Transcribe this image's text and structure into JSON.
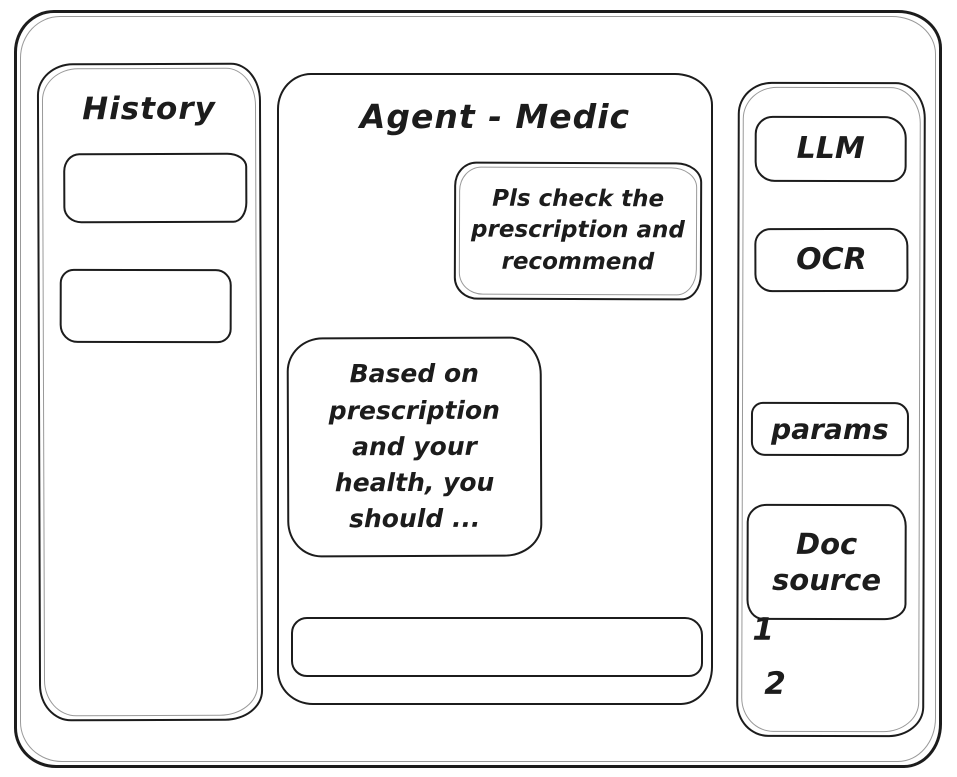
{
  "app": {
    "stroke_color": "#1c1c1c",
    "background_color": "#ffffff"
  },
  "history": {
    "title": "History",
    "items": [
      "",
      ""
    ]
  },
  "chat": {
    "title": "Agent - Medic",
    "messages": [
      {
        "role": "user",
        "text": "Pls check the prescription and recommend"
      },
      {
        "role": "assistant",
        "text": "Based on prescription and your health, you should ..."
      }
    ],
    "input_value": ""
  },
  "tools": {
    "llm_label": "LLM",
    "ocr_label": "OCR",
    "params_label": "params",
    "doc_source_label": "Doc source",
    "doc_source_items": [
      "1",
      "2"
    ]
  }
}
